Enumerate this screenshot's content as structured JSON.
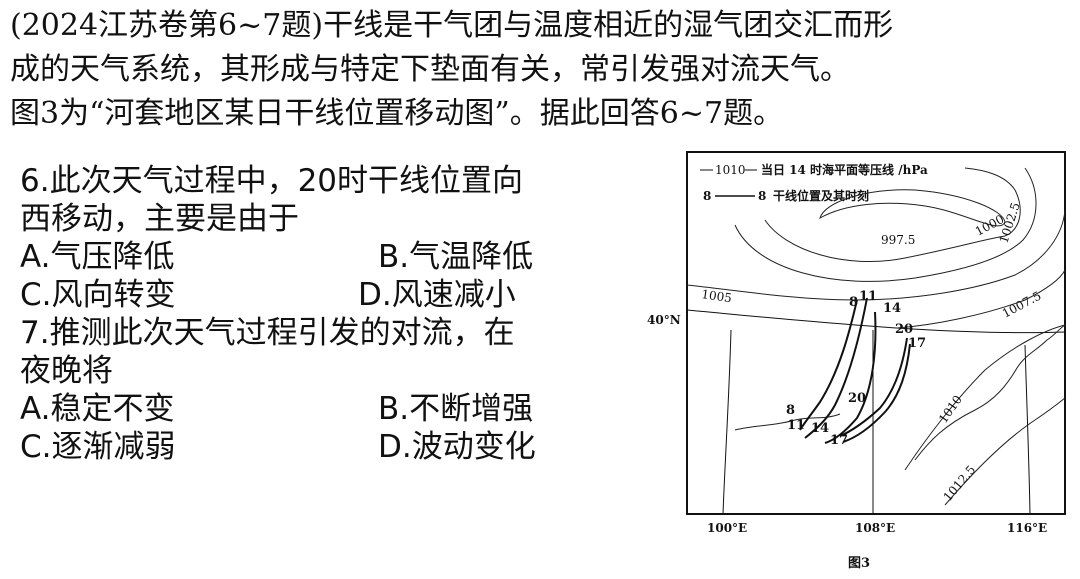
{
  "intro": {
    "line1": "(2024江苏卷第6~7题)干线是干气团与温度相近的湿气团交汇而形",
    "line2": "成的天气系统，其形成与特定下垫面有关，常引发强对流天气。",
    "line3": "图3为“河套地区某日干线位置移动图”。据此回答6~7题。"
  },
  "q6": {
    "stem_line1": "6.此次天气过程中，20时干线位置向",
    "stem_line2": "西移动，主要是由于",
    "options": [
      "A.气压降低",
      "B.气温降低",
      "C.风向转变",
      "D.风速减小"
    ]
  },
  "q7": {
    "stem_line1": "7.推测此次天气过程引发的对流，在",
    "stem_line2": "夜晚将",
    "options": [
      "A.稳定不变",
      "B.不断增强",
      "C.逐渐减弱",
      "D.波动变化"
    ]
  },
  "figure": {
    "legend_isobar_value": "1010",
    "legend_isobar_text": "当日 14 时海平面等压线 /hPa",
    "legend_dryline_from": "8",
    "legend_dryline_to": "8",
    "legend_dryline_text": "干线位置及其时刻",
    "isobar_labels": [
      "997.5",
      "1000",
      "1002.5",
      "1005",
      "1007.5",
      "1010",
      "1012.5"
    ],
    "time_labels_north": [
      "8",
      "11",
      "14",
      "20",
      "17"
    ],
    "time_labels_south": [
      "8",
      "11",
      "14",
      "17",
      "20"
    ],
    "lat_label": "40°N",
    "lon_labels": [
      "100°E",
      "108°E",
      "116°E"
    ],
    "caption": "图3"
  }
}
